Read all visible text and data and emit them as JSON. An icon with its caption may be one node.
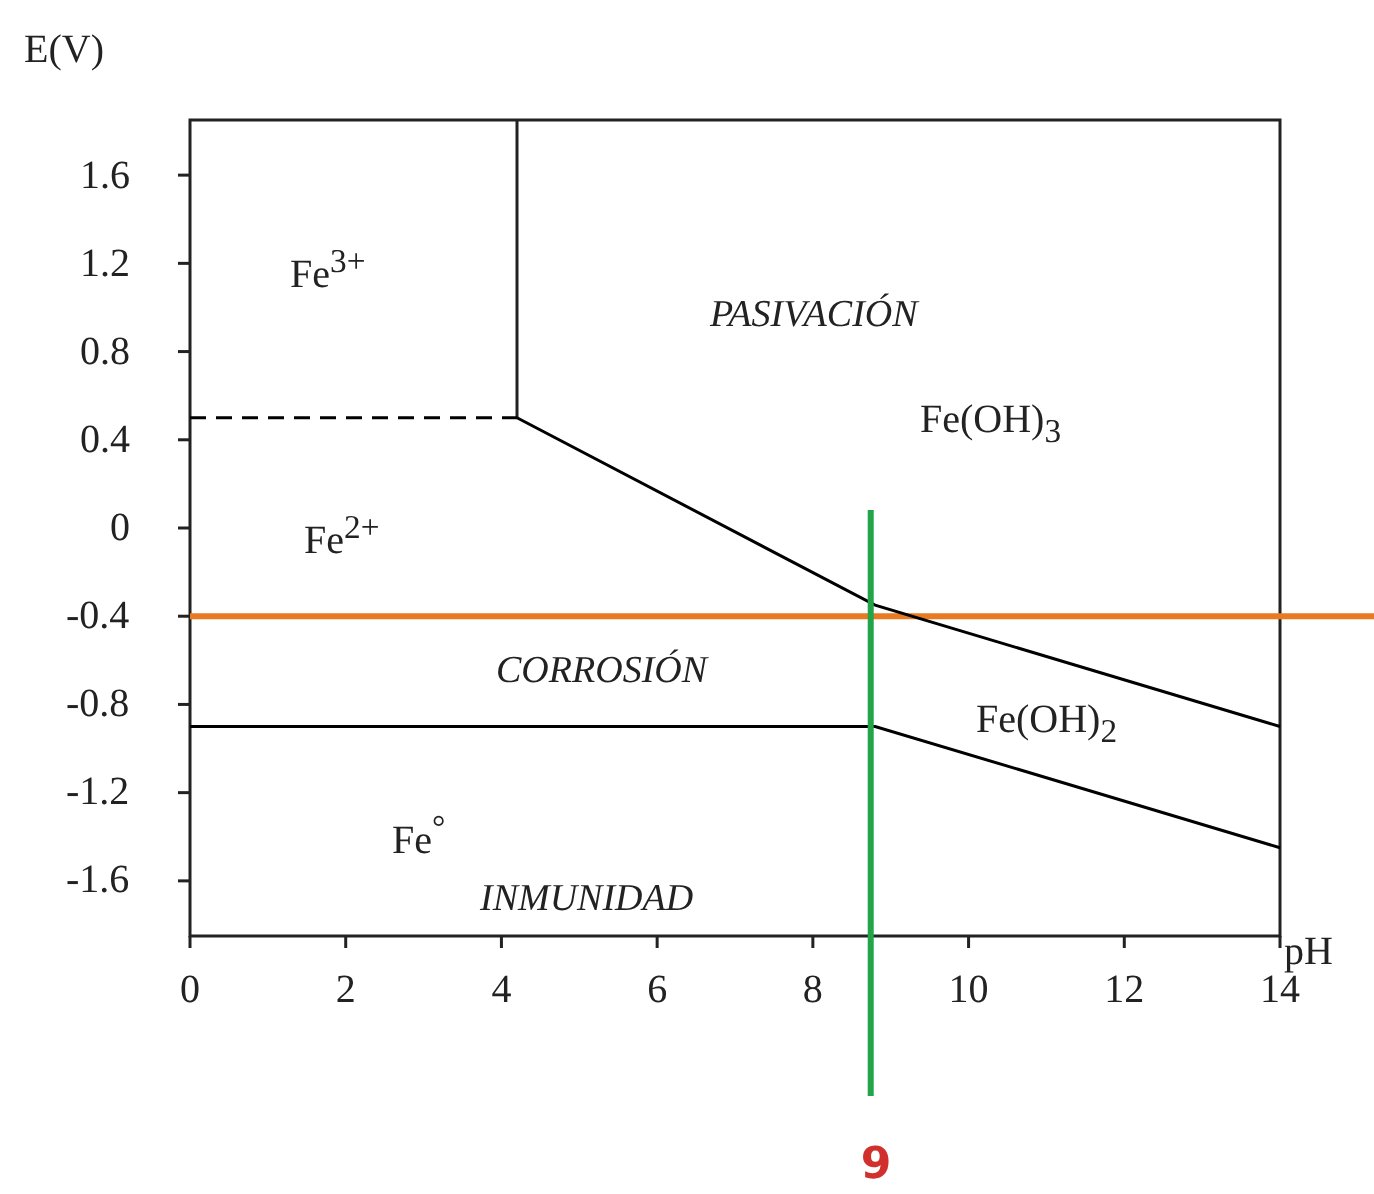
{
  "diagram": {
    "labels": [
      "Fe$^{3+}$",
      "PASIVACIÓN",
      "Fe(OH)$_{3}$",
      "Fe$^{2+}$",
      "CORROSIÓN",
      "Fe(OH)$_{2}$",
      "Fe$^{°}$",
      "INMUNIDAD",
      "9"
    ],
    "chart_data": {
      "type": "line",
      "xlabel": "pH",
      "ylabel": "E(V)",
      "x": [
        0,
        4.2,
        8.8,
        14
      ],
      "series": [
        {
          "color": "#000000",
          "values": [
            0.5,
            0.5,
            null,
            null
          ],
          "line_style": "dashed"
        },
        {
          "color": "#000000",
          "values": [
            null,
            0.5,
            -0.35,
            -0.9
          ]
        },
        {
          "color": "#000000",
          "values": [
            -0.9,
            -0.9,
            -0.9,
            -1.45
          ]
        }
      ],
      "ref_lines": [
        {
          "axis": "y",
          "value": -0.4,
          "color": "#e87a22"
        }
      ],
      "xlim": [
        0,
        14
      ],
      "ylim": [
        -1.85,
        1.85
      ],
      "xticks": [
        0,
        2,
        4,
        6,
        8,
        10,
        12,
        14
      ],
      "yticks": [
        1.6,
        1.2,
        0.8,
        0.4,
        0,
        -0.4,
        -0.8,
        -1.2,
        -1.6
      ]
    }
  }
}
